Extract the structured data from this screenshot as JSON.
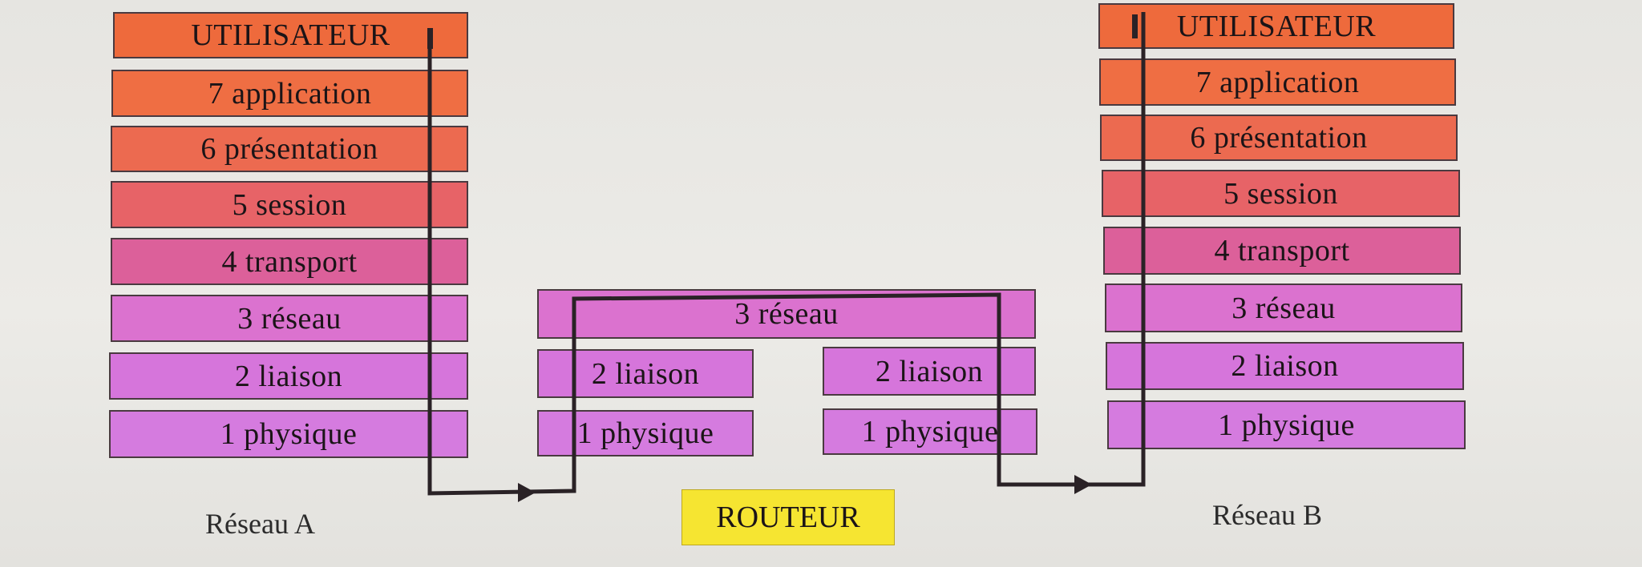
{
  "network_a": {
    "caption": "Réseau A",
    "layers": [
      "UTILISATEUR",
      "7 application",
      "6 présentation",
      "5 session",
      "4 transport",
      "3 réseau",
      "2 liaison",
      "1 physique"
    ]
  },
  "router": {
    "label": "ROUTEUR",
    "network_layer": "3 réseau",
    "left_interface": [
      "2 liaison",
      "1 physique"
    ],
    "right_interface": [
      "2 liaison",
      "1 physique"
    ]
  },
  "network_b": {
    "caption": "Réseau B",
    "layers": [
      "UTILISATEUR",
      "7 application",
      "6 présentation",
      "5 session",
      "4 transport",
      "3 réseau",
      "2 liaison",
      "1 physique"
    ]
  },
  "colors": {
    "user": "#ee6a3c",
    "application": "#ef6e43",
    "presentation": "#ec6a50",
    "session": "#e76367",
    "transport": "#dc609a",
    "network": "#db72cf",
    "link": "#d675db",
    "physical": "#d57bdf",
    "router_label": "#f6e531",
    "path_line": "#2a2226"
  }
}
